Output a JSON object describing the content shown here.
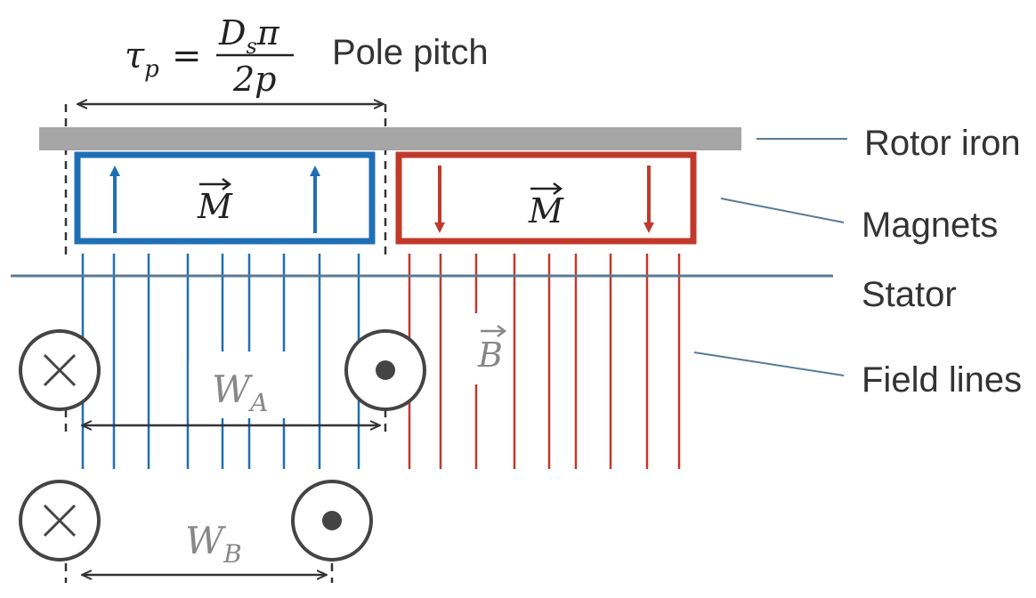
{
  "formula": {
    "lhs": "τ",
    "lhs_sub": "p",
    "equals": "=",
    "numerator": "D",
    "numerator_sub": "s",
    "numerator_tail": "π",
    "denominator": "2p"
  },
  "labels": {
    "pole_pitch": "Pole pitch",
    "rotor_iron": "Rotor iron",
    "magnets": "Magnets",
    "stator": "Stator",
    "field_lines": "Field lines"
  },
  "symbols": {
    "magnetization": "M",
    "flux_density": "B",
    "winding_a": "W",
    "winding_a_sub": "A",
    "winding_b": "W",
    "winding_b_sub": "B"
  },
  "colors": {
    "north_pole": "#1f6fb5",
    "south_pole": "#c0392b",
    "rotor_iron": "#a6a6a6",
    "stator": "#5a7a94",
    "dimension": "#333333",
    "conductor": "#444444",
    "label_text": "#333333"
  },
  "icons": {
    "conductor_into_page": "cross-circle-icon",
    "conductor_out_of_page": "dot-circle-icon",
    "magnetization_up": "arrow-up-icon",
    "magnetization_down": "arrow-down-icon"
  }
}
